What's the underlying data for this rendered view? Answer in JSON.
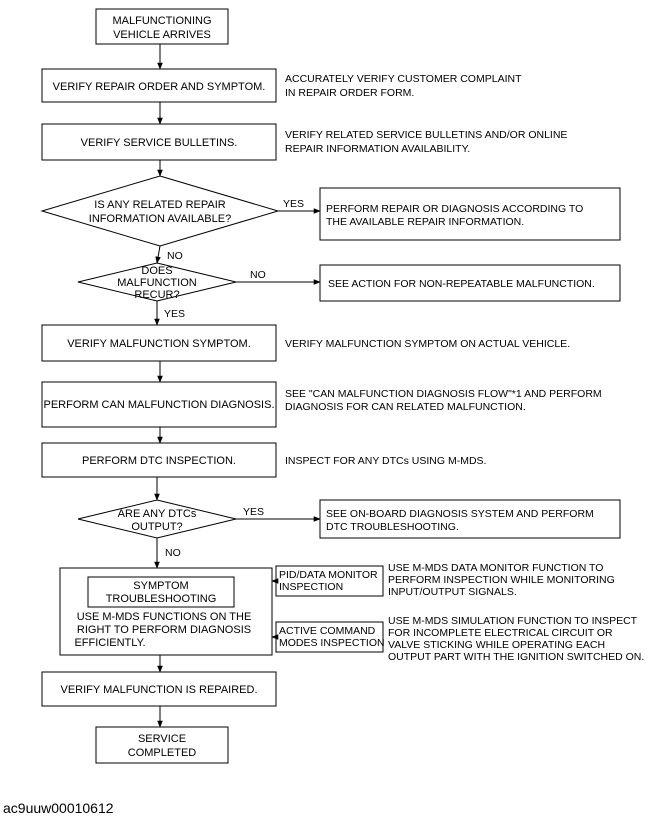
{
  "flow": {
    "start": [
      "MALFUNCTIONING",
      "VEHICLE ARRIVES"
    ],
    "verify_repair_order": [
      "VERIFY REPAIR ORDER AND SYMPTOM."
    ],
    "verify_repair_order_note": [
      "ACCURATELY VERIFY CUSTOMER COMPLAINT",
      "IN REPAIR ORDER FORM."
    ],
    "verify_bulletins": [
      "VERIFY SERVICE BULLETINS."
    ],
    "verify_bulletins_note": [
      "VERIFY RELATED SERVICE BULLETINS AND/OR ONLINE",
      "REPAIR INFORMATION AVAILABILITY."
    ],
    "decision_repair_info": [
      "IS ANY RELATED REPAIR",
      "INFORMATION AVAILABLE?"
    ],
    "perform_repair": [
      "PERFORM REPAIR OR DIAGNOSIS ACCORDING TO",
      "THE AVAILABLE REPAIR INFORMATION."
    ],
    "decision_recur": [
      "DOES",
      "MALFUNCTION",
      "RECUR?"
    ],
    "non_repeatable": [
      "SEE ACTION FOR NON-REPEATABLE MALFUNCTION."
    ],
    "verify_symptom": [
      "VERIFY MALFUNCTION SYMPTOM."
    ],
    "verify_symptom_note": [
      "VERIFY MALFUNCTION SYMPTOM ON ACTUAL VEHICLE."
    ],
    "can_diagnosis": [
      "PERFORM CAN MALFUNCTION DIAGNOSIS."
    ],
    "can_diagnosis_note": [
      "SEE \"CAN MALFUNCTION DIAGNOSIS FLOW\"*1 AND PERFORM",
      "DIAGNOSIS FOR CAN RELATED MALFUNCTION."
    ],
    "dtc_inspection": [
      "PERFORM DTC INSPECTION."
    ],
    "dtc_inspection_note": [
      "INSPECT FOR ANY DTCs USING M-MDS."
    ],
    "decision_dtc": [
      "ARE ANY DTCs",
      "OUTPUT?"
    ],
    "onboard_diagnosis": [
      "SEE ON-BOARD DIAGNOSIS SYSTEM AND PERFORM",
      "DTC TROUBLESHOOTING."
    ],
    "symptom_troubleshooting": [
      "SYMPTOM",
      "TROUBLESHOOTING"
    ],
    "mmds_functions": [
      "USE M-MDS FUNCTIONS ON THE",
      "RIGHT TO PERFORM DIAGNOSIS",
      "EFFICIENTLY."
    ],
    "pid_monitor": [
      "PID/DATA MONITOR",
      "INSPECTION"
    ],
    "pid_monitor_note": [
      "USE M-MDS DATA MONITOR FUNCTION TO",
      "PERFORM INSPECTION WHILE MONITORING",
      "INPUT/OUTPUT SIGNALS."
    ],
    "active_command": [
      "ACTIVE COMMAND",
      "MODES INSPECTION"
    ],
    "active_command_note": [
      "USE M-MDS SIMULATION FUNCTION TO INSPECT",
      "FOR INCOMPLETE ELECTRICAL CIRCUIT OR",
      "VALVE STICKING WHILE OPERATING EACH",
      "OUTPUT PART WITH THE IGNITION SWITCHED ON."
    ],
    "verify_repaired": [
      "VERIFY MALFUNCTION IS REPAIRED."
    ],
    "end": [
      "SERVICE",
      "COMPLETED"
    ]
  },
  "labels": {
    "yes": "YES",
    "no": "NO"
  },
  "reference_code": "ac9uuw00010612"
}
